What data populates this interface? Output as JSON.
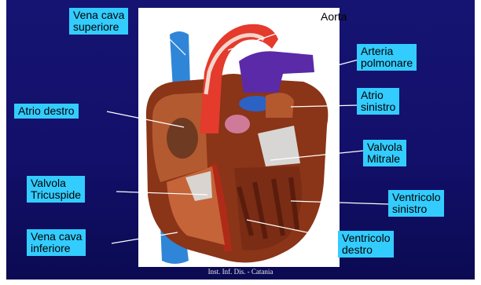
{
  "labels": {
    "vena_cava_superiore": "Vena cava\nsuperiore",
    "aorta": "Aorta",
    "arteria_polmonare": "Arteria\npolmonare",
    "atrio_sinistro": "Atrio\nsinistro",
    "atrio_destro": "Atrio destro",
    "valvola_mitrale": "Valvola\nMitrale",
    "valvola_tricuspide": "Valvola\nTricuspide",
    "ventricolo_sinistro": "Ventricolo\nsinistro",
    "vena_cava_inferiore": "Vena cava\ninferiore",
    "ventricolo_destro": "Ventricolo\ndestro"
  },
  "footer": "Inst. Inf. Dis. - Catania",
  "colors": {
    "background": "#14126e",
    "label_fill": "#33ccff",
    "leader_line": "#ffffff"
  }
}
